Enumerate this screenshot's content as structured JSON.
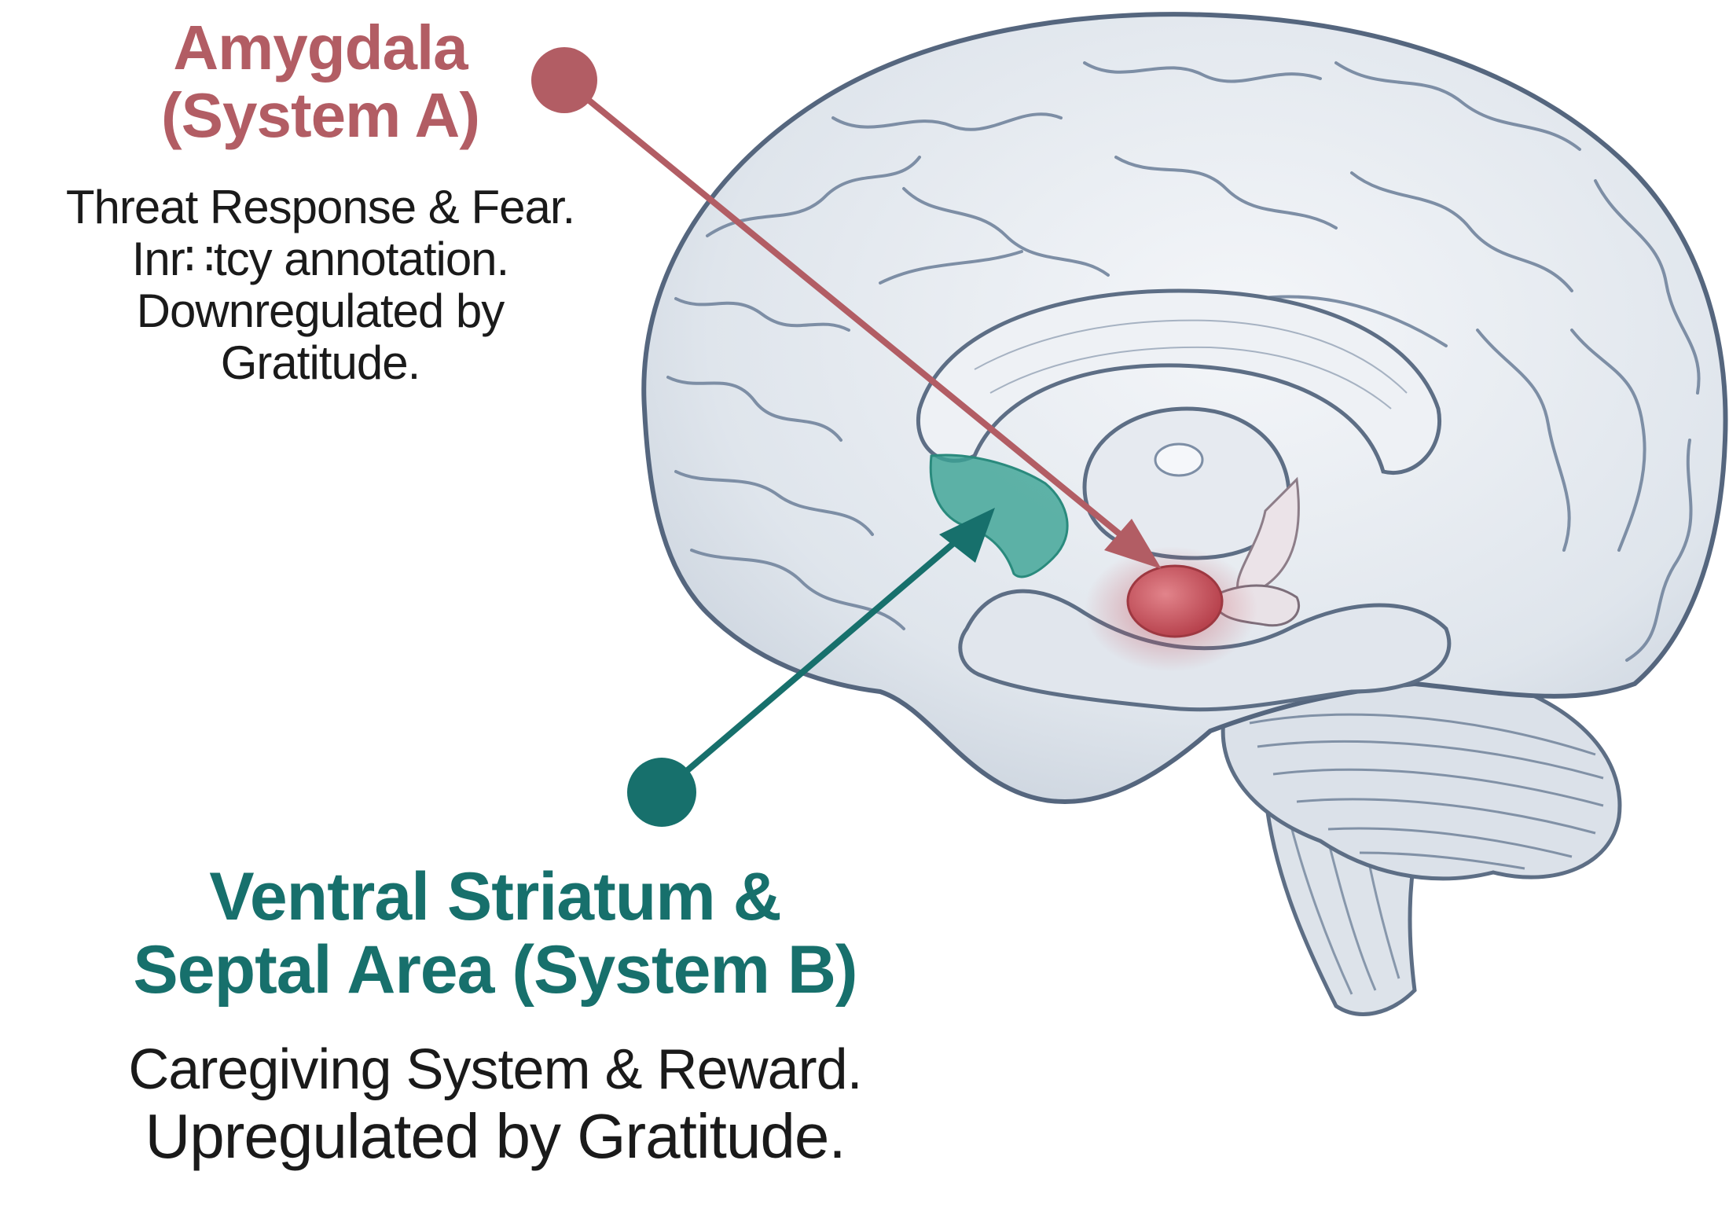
{
  "amygdala": {
    "title_line1": "Amygdala",
    "title_line2": "(System A)",
    "desc_line1": "Threat Response & Fear.",
    "desc_line2": "Inr∷tcy annotation.",
    "desc_line3": "Downregulated by",
    "desc_line4": "Gratitude.",
    "color": "#b25d64"
  },
  "striatum": {
    "title_line1": "Ventral Striatum &",
    "title_line2": "Septal Area (System B)",
    "desc_line1": "Caregiving System & Reward.",
    "desc_line2": "Upregulated by Gratitude.",
    "color": "#17706c"
  },
  "illustration": {
    "subject": "brain-sagittal-view",
    "amygdala_highlight_color": "#c54a55",
    "striatum_highlight_color": "#3aa394",
    "brain_color": "#e3e8ef"
  }
}
